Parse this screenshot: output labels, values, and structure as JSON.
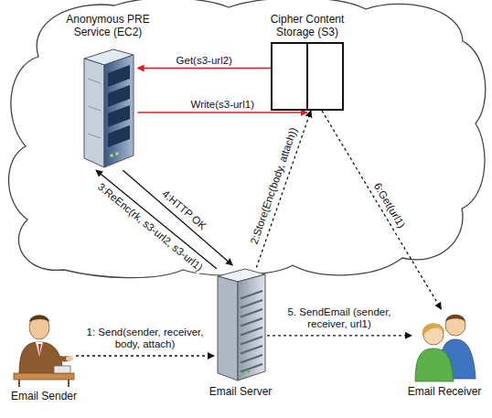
{
  "diagram": {
    "nodes": [
      {
        "text": [
          "Anonymous PRE Service (EC2)"
        ]
      },
      {
        "text": [
          "Cipher Content Storage (S3)"
        ]
      },
      {
        "text": [
          "Email Sender"
        ]
      },
      {
        "text": [
          "Email Server"
        ]
      },
      {
        "text": [
          "Email Receiver"
        ]
      }
    ],
    "edges": [
      {
        "from": 1,
        "to": 0,
        "arrow": "to",
        "label": "Get(s3-url2)"
      },
      {
        "from": 0,
        "to": 1,
        "arrow": "to",
        "label": "Write(s3-url1)"
      },
      {
        "from": 3,
        "to": 1,
        "arrow": "to",
        "label": "2:Store(Enc(body, attach))"
      },
      {
        "from": 3,
        "to": 0,
        "arrow": "to",
        "label": "3:ReEnc(rk, s3-url2, s3-url1)"
      },
      {
        "from": 0,
        "to": 3,
        "arrow": "to",
        "label": "4:HTTP OK"
      },
      {
        "from": 2,
        "to": 3,
        "arrow": "to",
        "label": "1: Send(sender, receiver, body, attach)"
      },
      {
        "from": 3,
        "to": 4,
        "arrow": "to",
        "label": "5. SendEmail (sender, receiver, url1)"
      },
      {
        "from": 1,
        "to": 4,
        "arrow": "to",
        "label": "6:Get(url1)"
      }
    ]
  }
}
